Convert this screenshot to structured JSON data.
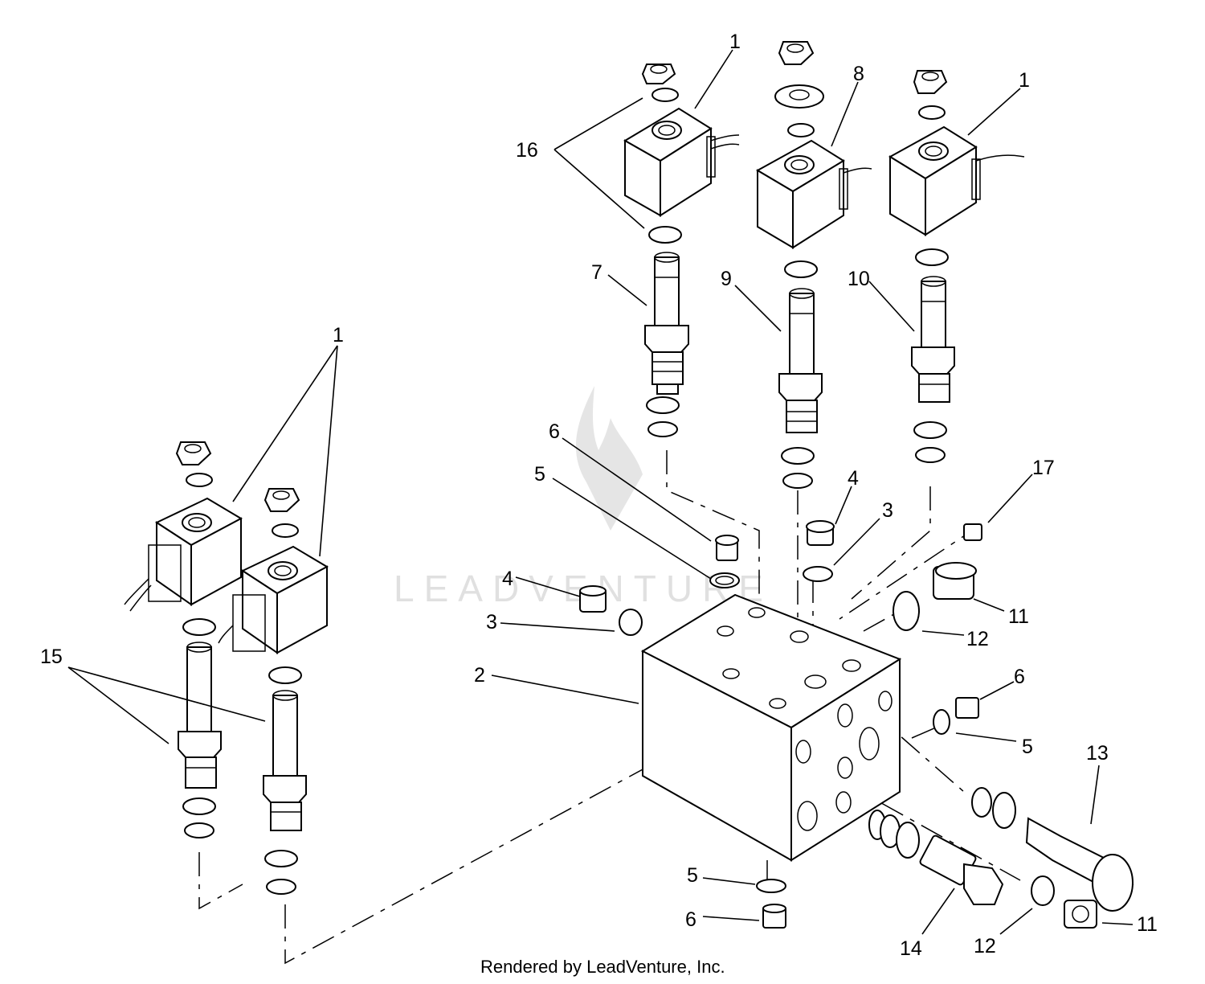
{
  "watermark": {
    "text": "LEADVENTURE"
  },
  "footer": {
    "text": "Rendered by LeadVenture, Inc."
  },
  "callouts": {
    "c1a": "1",
    "c1b": "1",
    "c1c": "1",
    "c8": "8",
    "c16": "16",
    "c7": "7",
    "c9": "9",
    "c10": "10",
    "c6a": "6",
    "c5a": "5",
    "c4a": "4",
    "c4b": "4",
    "c3a": "3",
    "c3b": "3",
    "c17": "17",
    "c11a": "11",
    "c12a": "12",
    "c2": "2",
    "c15": "15",
    "c6b": "6",
    "c5b": "5",
    "c13": "13",
    "c5c": "5",
    "c6c": "6",
    "c14": "14",
    "c12b": "12",
    "c11b": "11"
  }
}
